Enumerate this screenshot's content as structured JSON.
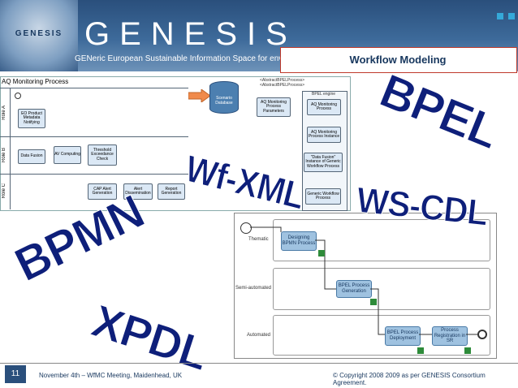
{
  "header": {
    "logo_text": "GENESIS",
    "brand": "GENESIS",
    "tagline": "GENeric European Sustainable Information Space for environment",
    "topic": "Workflow Modeling"
  },
  "diagram_left": {
    "title": "AQ Monitoring Process",
    "lanes": [
      "Role A",
      "Role B",
      "Role C"
    ],
    "boxes": [
      "EO Product Metadata Notifying",
      "Data Fusion",
      "AV Computing",
      "Threshold Exceedance Check",
      "CAP Alert Generation",
      "Alert Dissemination",
      "Report Generation",
      "Scenario Database",
      "AQ Monitoring Process Parameters",
      "AQ Monitoring Process",
      "AQ Monitoring Process Instance",
      "\"Data Fusion\" Instance of Generic Workflow Process",
      "Generic Workflow Process"
    ],
    "labels": {
      "abstract_top": "<AbstractBPELProcess>",
      "abstract_top2": "<AbstractBPELProcess>",
      "engine": "BPEL engine"
    }
  },
  "diagram_right": {
    "lanes": [
      "Thematic",
      "Semi-automated",
      "Automated"
    ],
    "boxes": [
      "Designing BPMN Process",
      "BPEL Process Generation",
      "BPEL Process Deployment",
      "Process Registration in SR"
    ]
  },
  "big_words": {
    "bpel": "BPEL",
    "wfxml": "Wf-XML",
    "wscdl": "WS-CDL",
    "bpmn": "BPMN",
    "xpdl": "XPDL"
  },
  "footer": {
    "page": "11",
    "left": "November 4th – WfMC Meeting, Maidenhead, UK",
    "right": "© Copyright 2008 2009 as per GENESIS Consortium Agreement."
  },
  "colors": {
    "header_blue": "#2a4f7c",
    "big_text": "#0e1f7a",
    "accent_square": "#35a9d9"
  }
}
